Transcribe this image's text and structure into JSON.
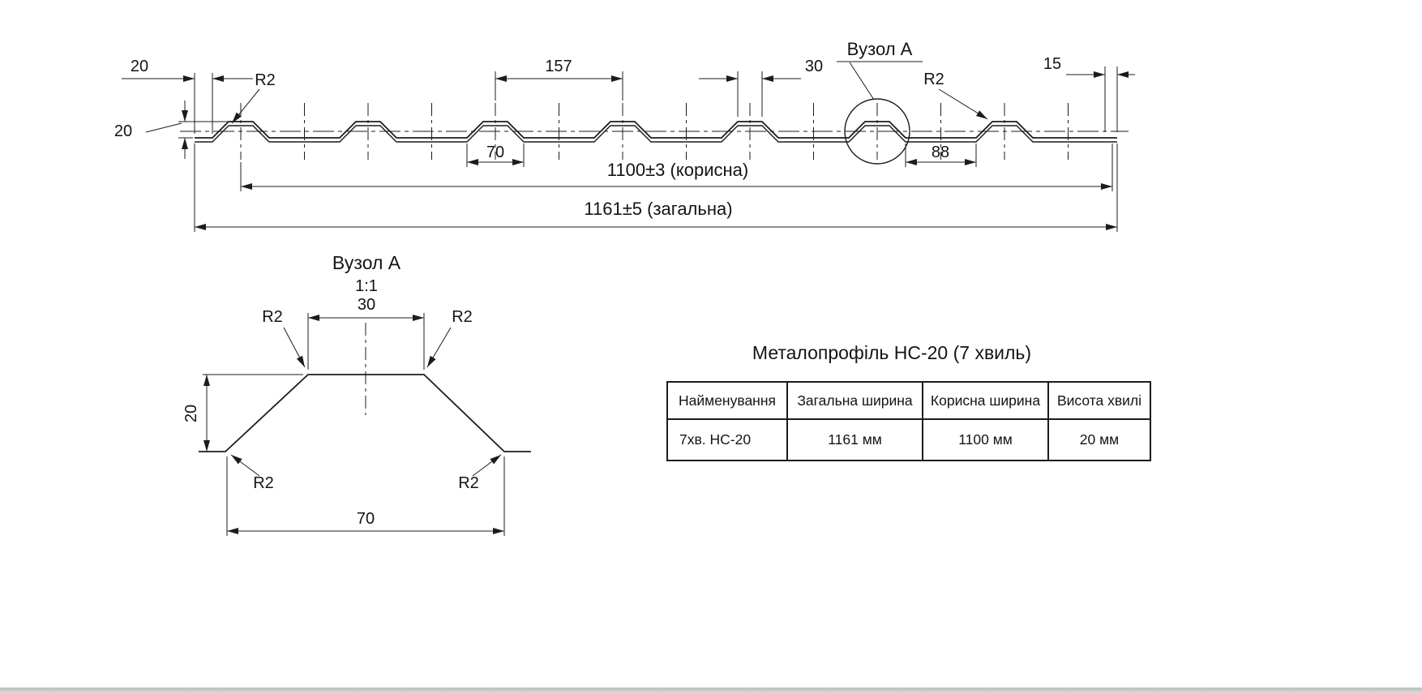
{
  "page": {
    "background": "#ffffff",
    "line_color": "#1c1c1c"
  },
  "main_profile": {
    "dims": {
      "left_edge_width": "20",
      "left_height": "20",
      "r2_left": "R2",
      "wave_pitch": "157",
      "wave_top_width": "30",
      "node_callout": "Вузол А",
      "r2_right": "R2",
      "right_edge_width": "15",
      "wave_bottom_width": "70",
      "flat_width": "88",
      "useful_width": "1100±3 (корисна)",
      "overall_width": "1161±5 (загальна)"
    }
  },
  "detail": {
    "title": "Вузол А",
    "scale": "1:1",
    "dims": {
      "top_width": "30",
      "r2_top_left": "R2",
      "r2_top_right": "R2",
      "height": "20",
      "r2_bottom_left": "R2",
      "r2_bottom_right": "R2",
      "bottom_width": "70"
    }
  },
  "spec": {
    "title": "Металопрофіль НС-20 (7 хвиль)",
    "table": {
      "headers": [
        "Найменування",
        "Загальна ширина",
        "Корисна ширина",
        "Висота хвилі"
      ],
      "rows": [
        [
          "7хв. НС-20",
          "1161 мм",
          "1100 мм",
          "20 мм"
        ]
      ]
    }
  }
}
